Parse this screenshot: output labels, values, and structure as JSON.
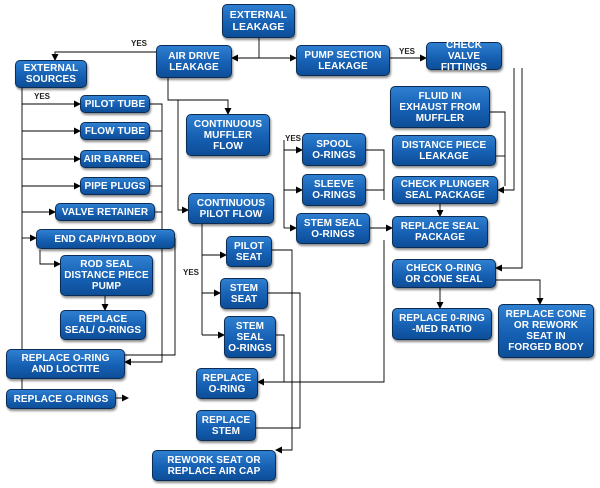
{
  "nodes": {
    "external_leakage": "EXTERNAL\nLEAKAGE",
    "air_drive_leakage": "AIR DRIVE\nLEAKAGE",
    "pump_section_leakage": "PUMP SECTION\nLEAKAGE",
    "check_valve_fittings": "CHECK VALVE\nFITTINGS",
    "external_sources": "EXTERNAL\nSOURCES",
    "pilot_tube": "PILOT TUBE",
    "flow_tube": "FLOW TUBE",
    "air_barrel": "AIR BARREL",
    "pipe_plugs": "PIPE PLUGS",
    "valve_retainer": "VALVE RETAINER",
    "end_cap_hyd_body": "END CAP/HYD.BODY",
    "rod_seal_distance_piece_pump": "ROD SEAL\nDISTANCE PIECE\nPUMP",
    "replace_seal_orings": "REPLACE\nSEAL/ O-RINGS",
    "replace_oring_and_loctite": "REPLACE O-RING\nAND LOCTITE",
    "replace_orings": "REPLACE O-RINGS",
    "continuous_muffler_flow": "CONTINUOUS\nMUFFLER\nFLOW",
    "spool_orings": "SPOOL\nO-RINGS",
    "sleeve_orings": "SLEEVE\nO-RINGS",
    "stem_seal_orings": "STEM SEAL\nO-RINGS",
    "continuous_pilot_flow": "CONTINUOUS\nPILOT FLOW",
    "pilot_seat": "PILOT\nSEAT",
    "stem_seat": "STEM\nSEAT",
    "stem_seal_orings_2": "STEM\nSEAL\nO-RINGS",
    "replace_oring": "REPLACE\nO-RING",
    "replace_stem": "REPLACE\nSTEM",
    "rework_seat_or_replace_air_cap": "REWORK SEAT OR\nREPLACE AIR CAP",
    "fluid_in_exhaust_from_muffler": "FLUID IN\nEXHAUST FROM\nMUFFLER",
    "distance_piece_leakage": "DISTANCE PIECE\nLEAKAGE",
    "check_plunger_seal_package": "CHECK PLUNGER\nSEAL PACKAGE",
    "replace_seal_package": "REPLACE SEAL\nPACKAGE",
    "check_oring_or_cone_seal": "CHECK O-RING\nOR CONE SEAL",
    "replace_oring_med_ratio": "REPLACE 0-RING\n-MED RATIO",
    "replace_cone_or_rework_seat": "REPLACE CONE\nOR REWORK\nSEAT IN\nFORGED BODY"
  },
  "labels": {
    "yes_external": "YES",
    "yes_sources": "YES",
    "yes_pump": "YES",
    "yes_spool": "YES",
    "yes_pilot": "YES"
  },
  "colors": {
    "box_fill": "#1a67b8",
    "box_border": "#0b2d55",
    "text": "#ffffff",
    "connector": "#000000"
  }
}
